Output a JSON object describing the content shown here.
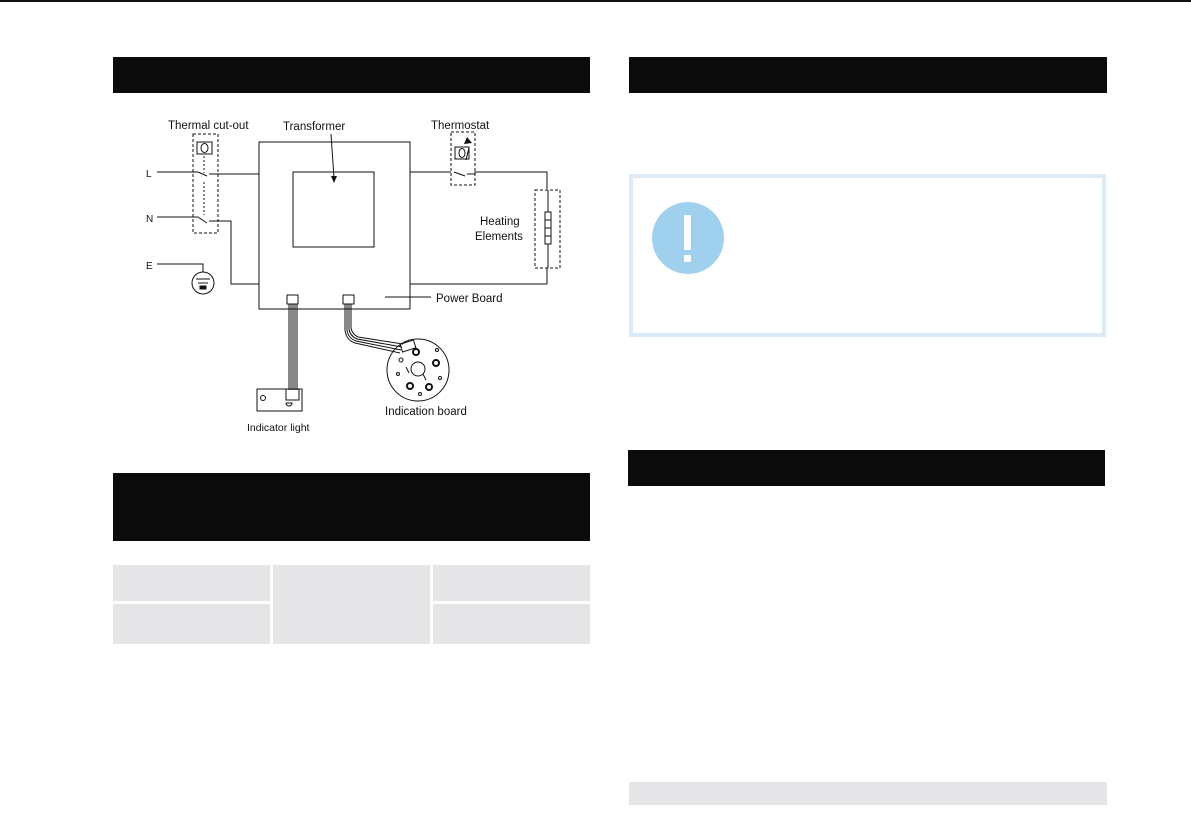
{
  "diagram": {
    "labels": {
      "thermal_cutout": "Thermal cut-out",
      "transformer": "Transformer",
      "thermostat": "Thermostat",
      "heating_elements_line1": "Heating",
      "heating_elements_line2": "Elements",
      "power_board": "Power Board",
      "indicator_light": "Indicator light",
      "indication_board": "Indication board",
      "terminal_l": "L",
      "terminal_n": "N",
      "terminal_e": "E"
    }
  },
  "notice": {
    "icon": "exclamation-icon",
    "icon_color": "#9fd1ee",
    "border_color": "#dbeaf4"
  },
  "colors": {
    "header_bar": "#0b0b0b",
    "table_cell": "#e5e5e7"
  }
}
